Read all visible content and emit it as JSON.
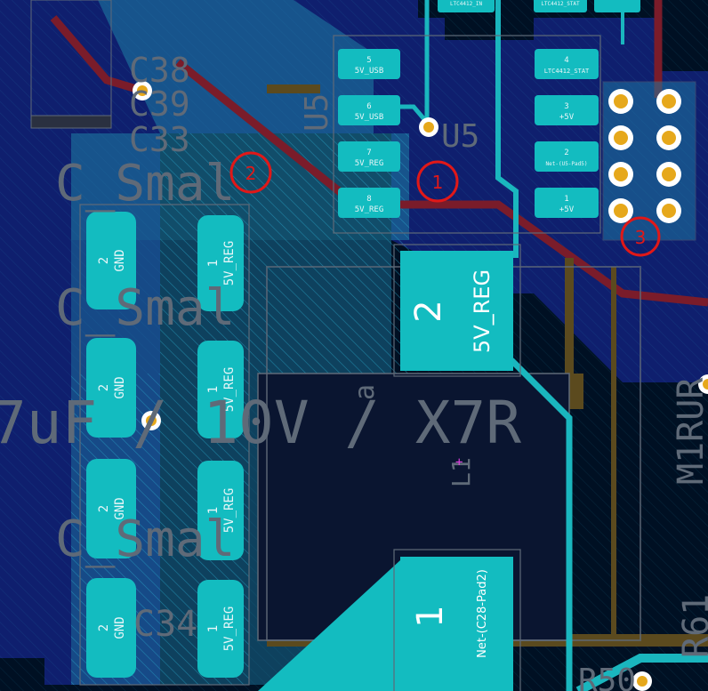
{
  "colors": {
    "background": "#001023",
    "zone_dark": "#0f1f6e",
    "fill_light": "#1f7fa6",
    "pad": "#13bcc0",
    "trace_teal": "#1ab6be",
    "trace_red": "#7a1c2a",
    "trace_brown": "#5b4a1e",
    "via_gold": "#e6a81b",
    "marker_red": "#e01818"
  },
  "silkscreen": {
    "c38": "C38",
    "c39": "C39",
    "c33": "C33",
    "c34": "C34",
    "c_small_top": "C_Smal",
    "c_small_mid": "C_Smal",
    "c_small_bot": "C_Smal",
    "u5_rot": "U5",
    "u5": "U5",
    "value_text": "7uF / 10V / X7R",
    "l1": "L1",
    "r61": "R61",
    "r50": "R50",
    "r_frag": "M1RUR",
    "a_frag": "a"
  },
  "left_pads": [
    {
      "number": "2",
      "net": "GND"
    },
    {
      "number": "1",
      "net": "5V_REG"
    },
    {
      "number": "2",
      "net": "GND"
    },
    {
      "number": "1",
      "net": "5V_REG"
    },
    {
      "number": "2",
      "net": "GND"
    },
    {
      "number": "1",
      "net": "5V_REG"
    },
    {
      "number": "2",
      "net": "GND"
    },
    {
      "number": "1",
      "net": "5V_REG"
    }
  ],
  "ic_left_pins": [
    {
      "number": "5",
      "net": "5V_USB"
    },
    {
      "number": "6",
      "net": "5V_USB"
    },
    {
      "number": "7",
      "net": "5V_REG"
    },
    {
      "number": "8",
      "net": "5V_REG"
    }
  ],
  "ic_right_pins": [
    {
      "number": "4",
      "net": "LTC4412_STAT"
    },
    {
      "number": "3",
      "net": "+5V"
    },
    {
      "number": "2",
      "net": "Net-(U5-Pad5)"
    },
    {
      "number": "1",
      "net": "+5V"
    }
  ],
  "top_small_pads": [
    {
      "net": "LTC4412_IN"
    },
    {
      "net": "LTC4412_STAT"
    }
  ],
  "big_pads": [
    {
      "number": "2",
      "net": "5V_REG"
    },
    {
      "number": "1",
      "net": "Net-(C28-Pad2)"
    }
  ],
  "markers": [
    "1",
    "2",
    "3"
  ]
}
